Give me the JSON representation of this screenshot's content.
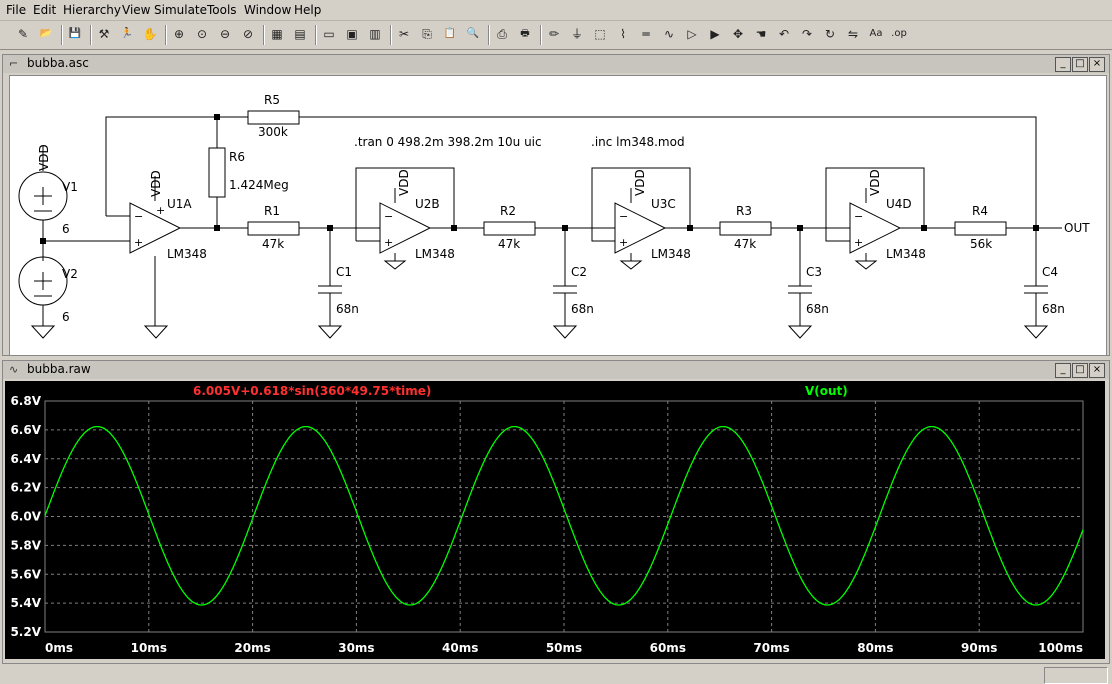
{
  "menu": [
    "File",
    "Edit",
    "Hierarchy",
    "View",
    "Simulate",
    "Tools",
    "Window",
    "Help"
  ],
  "toolbar_icons": [
    "new-schematic-icon",
    "open-icon",
    "save-icon",
    "control-panel-icon",
    "run-icon",
    "halt-icon",
    "zoom-in-icon",
    "zoom-pan-icon",
    "zoom-out-icon",
    "zoom-cancel-icon",
    "waveform-icon",
    "waveform-settings-icon",
    "tile-horizontal-icon",
    "cascade-icon",
    "tile-vertical-icon",
    "cut-icon",
    "copy-icon",
    "paste-icon",
    "find-icon",
    "print-setup-icon",
    "print-icon",
    "draw-wire-icon",
    "ground-icon",
    "label-net-icon",
    "resistor-icon",
    "capacitor-icon",
    "inductor-icon",
    "diode-icon",
    "component-icon",
    "move-icon",
    "drag-icon",
    "undo-icon",
    "redo-icon",
    "rotate-icon",
    "mirror-icon",
    "text-icon",
    "spice-directive-icon"
  ],
  "schematic_window": {
    "title": "bubba.asc",
    "directive_tran": ".tran 0 498.2m 398.2m 10u uic",
    "directive_inc": ".inc lm348.mod",
    "labels": {
      "vdd": "VDD",
      "v1": "V1",
      "v1_val": "6",
      "v2": "V2",
      "v2_val": "6",
      "r5": "R5",
      "r5_val": "300k",
      "r6": "R6",
      "r6_val": "1.424Meg",
      "r1": "R1",
      "r1_val": "47k",
      "r2": "R2",
      "r2_val": "47k",
      "r3": "R3",
      "r3_val": "47k",
      "r4": "R4",
      "r4_val": "56k",
      "c1": "C1",
      "c2": "C2",
      "c3": "C3",
      "c4": "C4",
      "cap_val": "68n",
      "u1": "U1A",
      "u2": "U2B",
      "u3": "U3C",
      "u4": "U4D",
      "opamp_model": "LM348",
      "out": "OUT"
    }
  },
  "waveform_window": {
    "title": "bubba.raw",
    "fit_label": "6.005V+0.618*sin(360*49.75*time)",
    "trace_label": "V(out)",
    "colors": {
      "trace": "#00ff00",
      "fit": "#ff3030",
      "grid": "#808080",
      "axis_text": "#ffffff",
      "background": "#000000"
    }
  },
  "chart_data": {
    "type": "line",
    "title": "",
    "xlabel": "",
    "ylabel": "",
    "x_ticks": [
      "0ms",
      "10ms",
      "20ms",
      "30ms",
      "40ms",
      "50ms",
      "60ms",
      "70ms",
      "80ms",
      "90ms",
      "100ms"
    ],
    "y_ticks": [
      "5.2V",
      "5.4V",
      "5.6V",
      "5.8V",
      "6.0V",
      "6.2V",
      "6.4V",
      "6.6V",
      "6.8V"
    ],
    "xlim": [
      0,
      100
    ],
    "ylim": [
      5.2,
      6.8
    ],
    "grid": true,
    "series": [
      {
        "name": "V(out)",
        "offset": 6.005,
        "amplitude": 0.618,
        "frequency_hz": 49.75,
        "phase_deg": 0,
        "x_unit": "ms",
        "y_unit": "V"
      }
    ]
  }
}
